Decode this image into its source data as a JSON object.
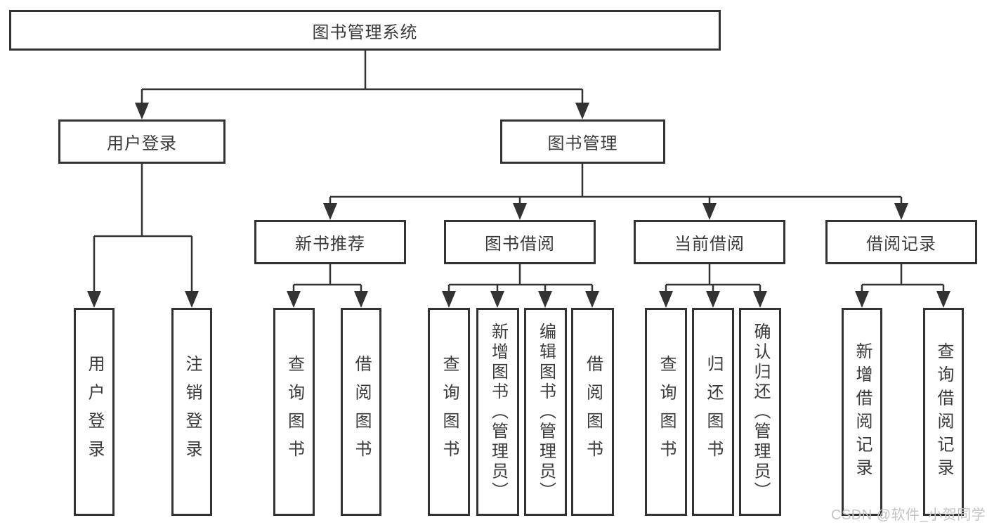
{
  "colors": {
    "line": "#333333",
    "box_border": "#333333",
    "text": "#3a3a3a",
    "background": "#ffffff",
    "watermark_text": "#c4c4c4"
  },
  "watermark": {
    "text": "CSDN @软件_小贺同学"
  },
  "diagram": {
    "root": {
      "label": "图书管理系统"
    },
    "level2": [
      {
        "label": "用户登录",
        "children": [
          {
            "label": "用户登录"
          },
          {
            "label": "注销登录"
          }
        ]
      },
      {
        "label": "图书管理",
        "children": [
          {
            "label": "新书推荐",
            "children": [
              {
                "label": "查询图书"
              },
              {
                "label": "借阅图书"
              }
            ]
          },
          {
            "label": "图书借阅",
            "children": [
              {
                "label": "查询图书"
              },
              {
                "label": "新增图书（管理员）"
              },
              {
                "label": "编辑图书（管理员）"
              },
              {
                "label": "借阅图书"
              }
            ]
          },
          {
            "label": "当前借阅",
            "children": [
              {
                "label": "查询图书"
              },
              {
                "label": "归还图书"
              },
              {
                "label": "确认归还（管理员）"
              }
            ]
          },
          {
            "label": "借阅记录",
            "children": [
              {
                "label": "新增借阅记录"
              },
              {
                "label": "查询借阅记录"
              }
            ]
          }
        ]
      }
    ]
  }
}
